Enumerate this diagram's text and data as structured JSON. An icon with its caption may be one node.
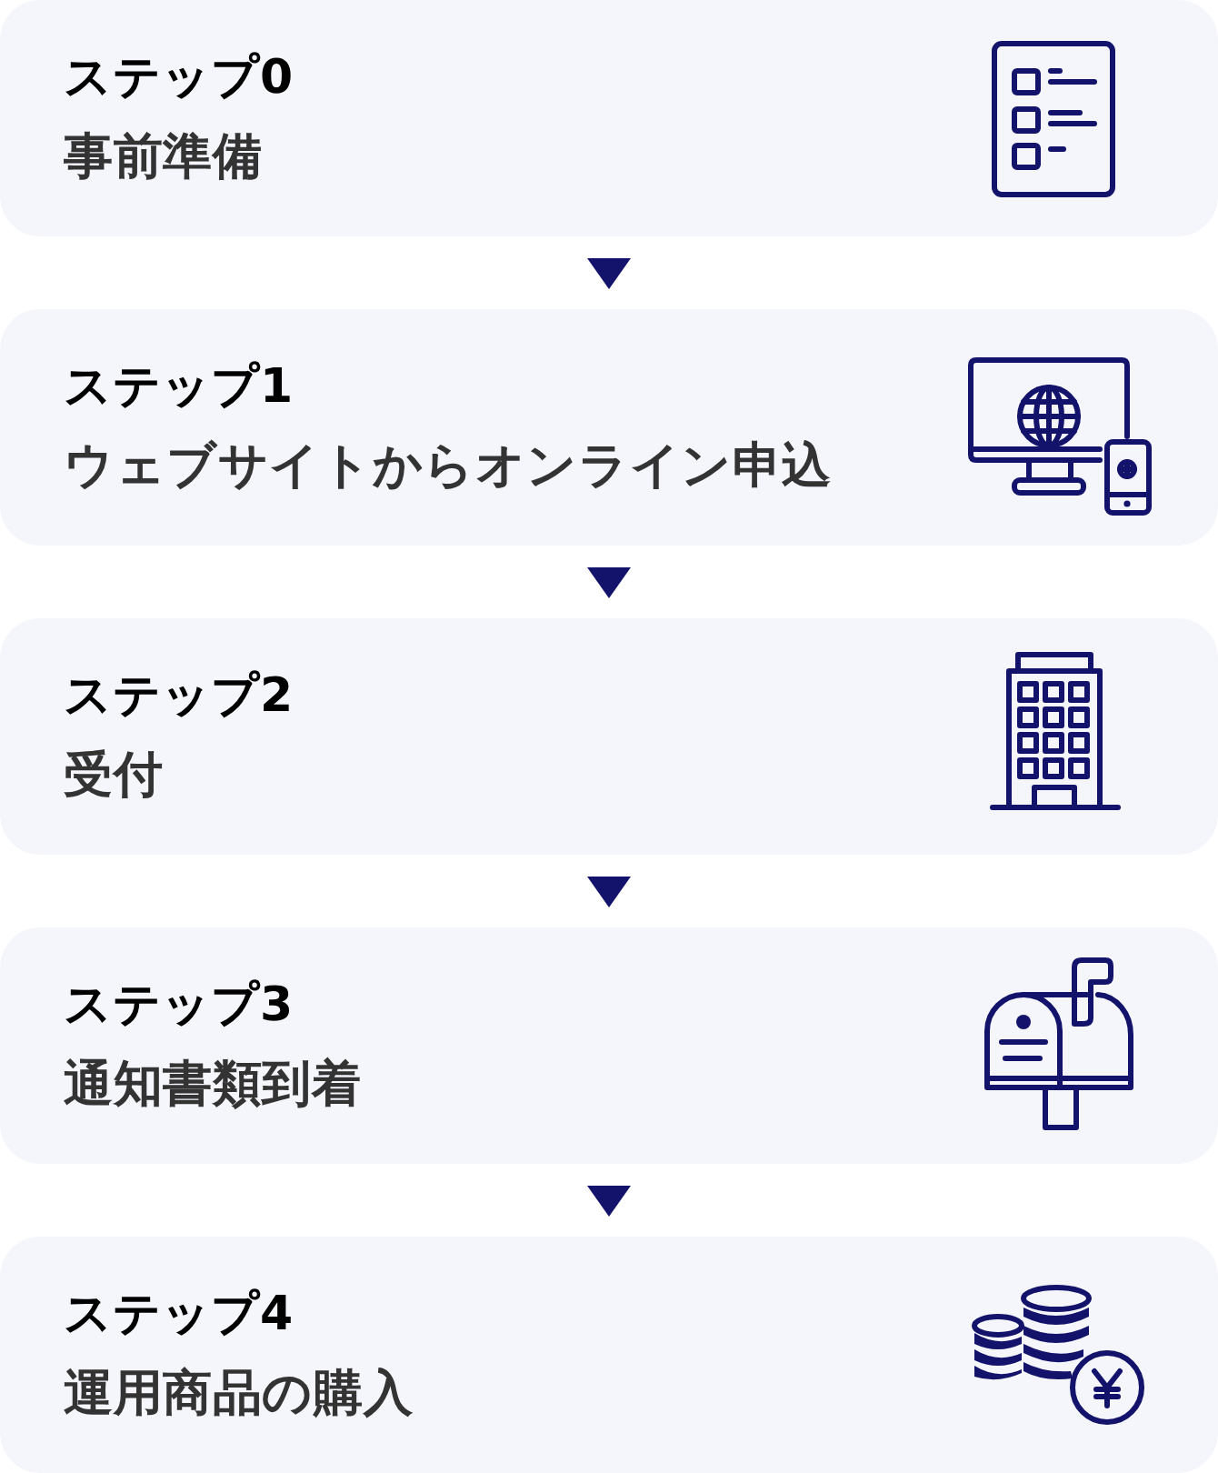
{
  "diagram": {
    "nodes": [
      {
        "text": [
          "ステップ0",
          "事前準備"
        ]
      },
      {
        "text": [
          "ステップ1",
          "ウェブサイトからオンライン申込"
        ]
      },
      {
        "text": [
          "ステップ2",
          "受付"
        ]
      },
      {
        "text": [
          "ステップ3",
          "通知書類到着"
        ]
      },
      {
        "text": [
          "ステップ4",
          "運用商品の購入"
        ]
      }
    ],
    "edges": [
      {
        "from": 0,
        "to": 1,
        "arrow": "to"
      },
      {
        "from": 1,
        "to": 2,
        "arrow": "to"
      },
      {
        "from": 2,
        "to": 3,
        "arrow": "to"
      },
      {
        "from": 3,
        "to": 4,
        "arrow": "to"
      }
    ]
  }
}
